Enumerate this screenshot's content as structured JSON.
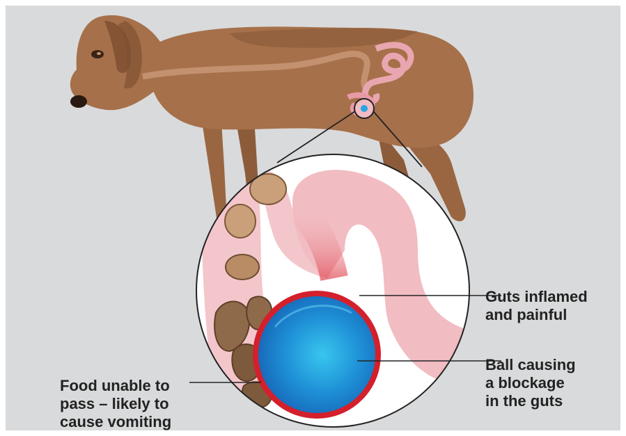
{
  "callouts": {
    "guts_inflamed": "Guts inflamed\nand painful",
    "ball_blockage": "Ball causing\na blockage\nin the guts",
    "food_unable": "Food unable to\npass – likely to\ncause vomiting"
  },
  "colors": {
    "background": "#d9dadb",
    "dog_fur": "#a6704a",
    "intestine_pink": "#f1bcc2",
    "ball_blue": "#1e8fd6",
    "inflammation_red": "#d3202c"
  }
}
